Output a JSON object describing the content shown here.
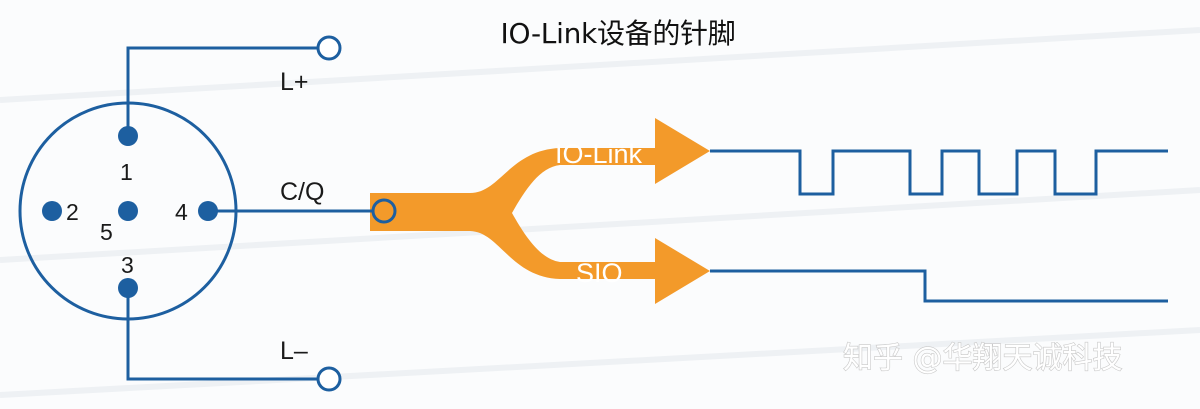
{
  "title": "IO-Link设备的针脚",
  "connector": {
    "pins": [
      {
        "id": "1",
        "label": "1"
      },
      {
        "id": "2",
        "label": "2"
      },
      {
        "id": "3",
        "label": "3"
      },
      {
        "id": "4",
        "label": "4"
      },
      {
        "id": "5",
        "label": "5"
      }
    ]
  },
  "terminals": {
    "l_plus": "L+",
    "l_minus": "L–",
    "cq": "C/Q"
  },
  "modes": {
    "io_link": "IO-Link",
    "sio": "SIO"
  },
  "watermark": "知乎 @华翔天诚科技",
  "colors": {
    "wire": "#1d5fa0",
    "arrow": "#f39a2a",
    "pin": "#1d5fa0"
  }
}
